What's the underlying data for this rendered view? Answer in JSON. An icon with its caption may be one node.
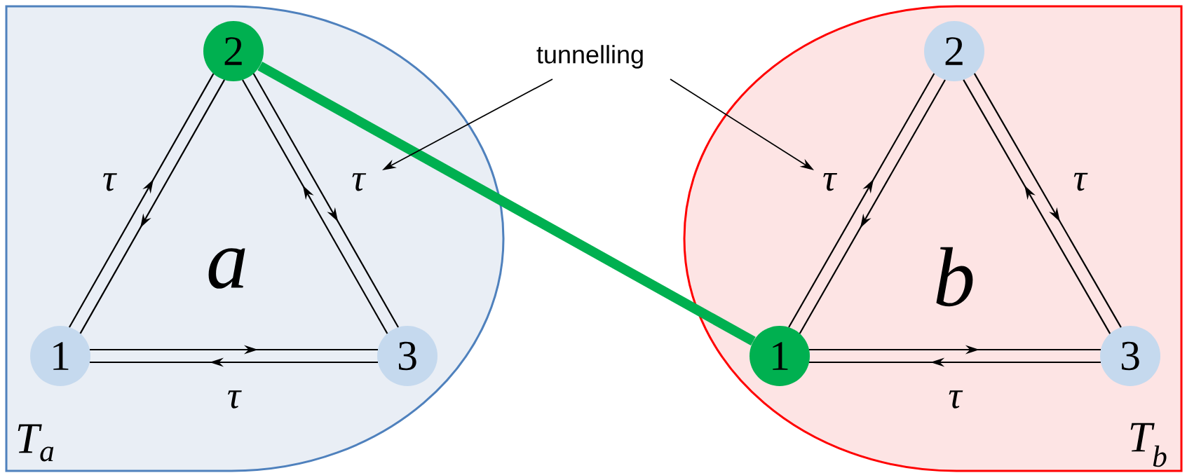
{
  "diagram": {
    "nodes": [
      {
        "text": [
          "a",
          "T$_{a}$"
        ]
      },
      {
        "text": [
          "1"
        ],
        "in": 0
      },
      {
        "text": [
          "2"
        ],
        "in": 0
      },
      {
        "text": [
          "3"
        ],
        "in": 0
      },
      {
        "text": [
          "b",
          "T$_{b}$"
        ]
      },
      {
        "text": [
          "1"
        ],
        "in": 4
      },
      {
        "text": [
          "2"
        ],
        "in": 4
      },
      {
        "text": [
          "3"
        ],
        "in": 4
      },
      {
        "text": [
          "tunnelling"
        ]
      }
    ],
    "edges": [
      {
        "from": 1,
        "to": 2,
        "arrow": "to",
        "label": "τ"
      },
      {
        "from": 2,
        "to": 1,
        "arrow": "to"
      },
      {
        "from": 2,
        "to": 3,
        "arrow": "to",
        "label": "τ"
      },
      {
        "from": 3,
        "to": 2,
        "arrow": "to"
      },
      {
        "from": 3,
        "to": 1,
        "arrow": "to",
        "label": "τ"
      },
      {
        "from": 1,
        "to": 3,
        "arrow": "to"
      },
      {
        "from": 5,
        "to": 6,
        "arrow": "to",
        "label": "τ"
      },
      {
        "from": 6,
        "to": 5,
        "arrow": "to"
      },
      {
        "from": 6,
        "to": 7,
        "arrow": "to",
        "label": "τ"
      },
      {
        "from": 7,
        "to": 6,
        "arrow": "to"
      },
      {
        "from": 7,
        "to": 5,
        "arrow": "to",
        "label": "τ"
      },
      {
        "from": 5,
        "to": 7,
        "arrow": "to"
      },
      {
        "from": 2,
        "to": 5,
        "arrow": "none",
        "style": "thick",
        "color": "#00b050"
      },
      {
        "from": 8,
        "to": null,
        "arrow": "to"
      },
      {
        "from": 8,
        "to": null,
        "arrow": "to"
      }
    ]
  }
}
